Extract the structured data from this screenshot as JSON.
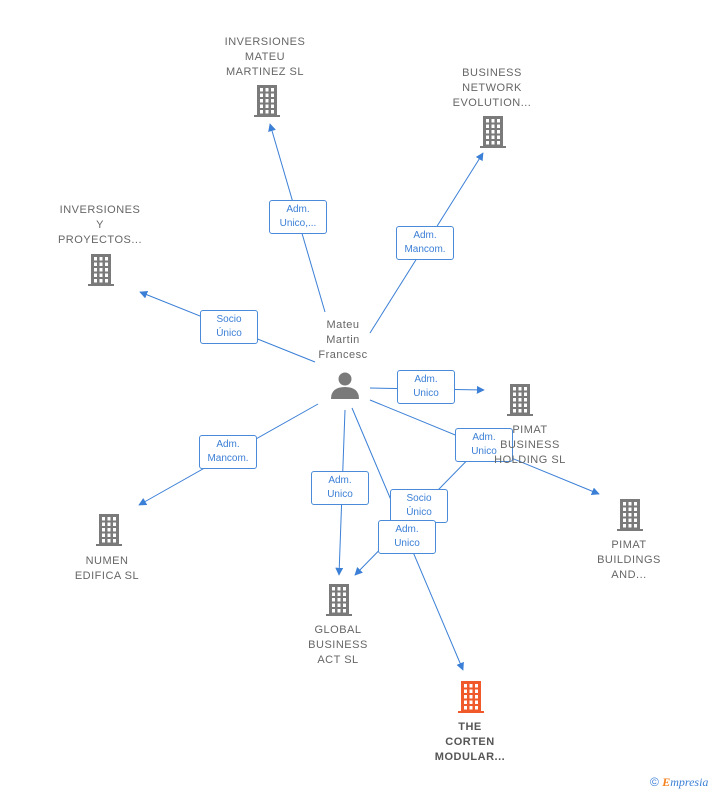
{
  "center": {
    "id": "mateu",
    "label": "Mateu\nMartin\nFrancesc",
    "type": "person",
    "icon": "person-icon"
  },
  "nodes": [
    {
      "id": "inv_mateu",
      "label": "INVERSIONES\nMATEU\nMARTINEZ  SL",
      "icon": "building-icon",
      "color": "#7a7a7a"
    },
    {
      "id": "business_network",
      "label": "BUSINESS\nNETWORK\nEVOLUTION...",
      "icon": "building-icon",
      "color": "#7a7a7a"
    },
    {
      "id": "inv_proyectos",
      "label": "INVERSIONES\nY\nPROYECTOS...",
      "icon": "building-icon",
      "color": "#7a7a7a"
    },
    {
      "id": "pimat_business",
      "label": "PIMAT\nBUSINESS\nHOLDING  SL",
      "icon": "building-icon",
      "color": "#7a7a7a"
    },
    {
      "id": "pimat_buildings",
      "label": "PIMAT\nBUILDINGS\nAND...",
      "icon": "building-icon",
      "color": "#7a7a7a"
    },
    {
      "id": "numen",
      "label": "NUMEN\nEDIFICA  SL",
      "icon": "building-icon",
      "color": "#7a7a7a"
    },
    {
      "id": "global_business",
      "label": "GLOBAL\nBUSINESS\nACT  SL",
      "icon": "building-icon",
      "color": "#7a7a7a"
    },
    {
      "id": "corten",
      "label": "THE\nCORTEN\nMODULAR...",
      "icon": "building-icon",
      "color": "#f05a2a",
      "highlight": true
    }
  ],
  "edges": [
    {
      "from": "mateu",
      "to": "inv_mateu",
      "label": "Adm.\nUnico,..."
    },
    {
      "from": "mateu",
      "to": "business_network",
      "label": "Adm.\nMancom."
    },
    {
      "from": "mateu",
      "to": "inv_proyectos",
      "label": "Socio\nÚnico"
    },
    {
      "from": "mateu",
      "to": "pimat_business",
      "label": "Adm.\nUnico"
    },
    {
      "from": "mateu",
      "to": "pimat_buildings",
      "label": "Adm.\nUnico"
    },
    {
      "from": "mateu",
      "to": "numen",
      "label": "Adm.\nMancom."
    },
    {
      "from": "mateu",
      "to": "global_business",
      "label": "Adm.\nUnico"
    },
    {
      "from": "pimat_business",
      "to": "global_business",
      "label": "Socio\nÚnico"
    },
    {
      "from": "mateu",
      "to": "corten",
      "label": "Adm.\nUnico"
    }
  ],
  "colors": {
    "edge": "#3b7fd6",
    "node": "#7a7a7a",
    "highlight": "#f05a2a"
  },
  "footer": {
    "copyright": "©",
    "brand_e": "E",
    "brand_rest": "mpresia"
  }
}
